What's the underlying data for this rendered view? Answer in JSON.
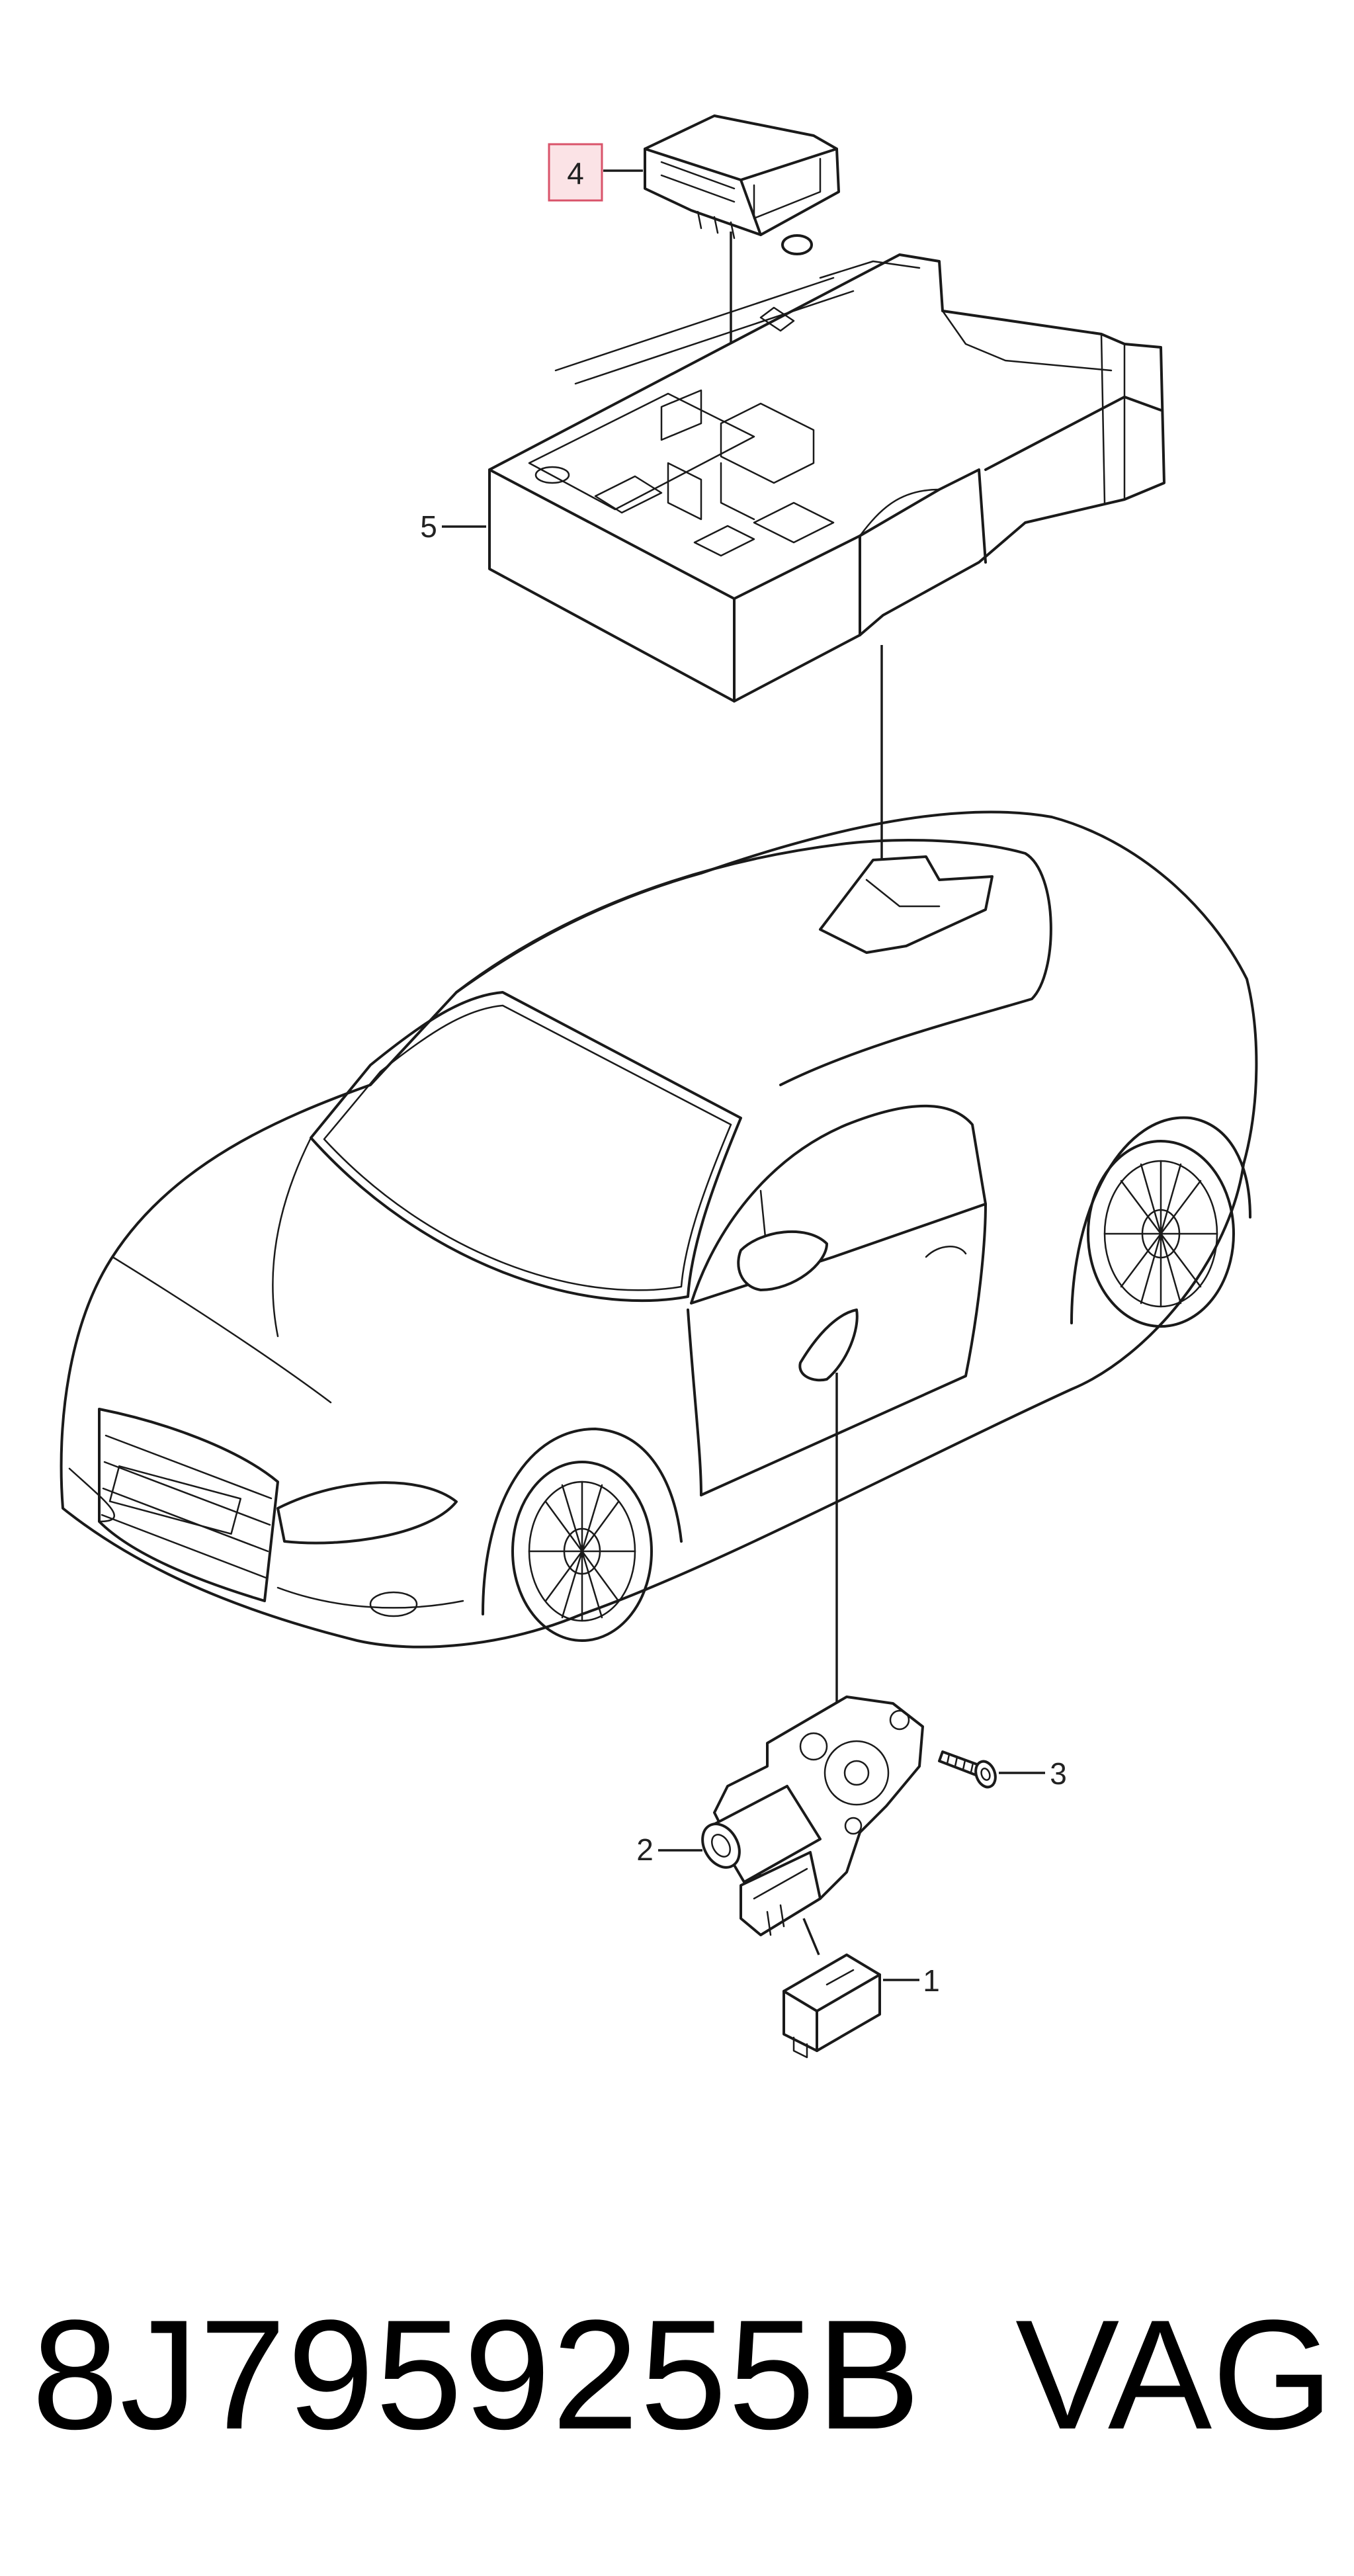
{
  "callouts": {
    "c1": "1",
    "c2": "2",
    "c3": "3",
    "c4": "4",
    "c5": "5"
  },
  "highlighted_callout": "4",
  "colors": {
    "line": "#1a1a1a",
    "highlight_fill": "#fbe3e6",
    "highlight_border": "#d9536a"
  },
  "footer": {
    "part_number": "8J7959255B",
    "brand": "VAG"
  }
}
